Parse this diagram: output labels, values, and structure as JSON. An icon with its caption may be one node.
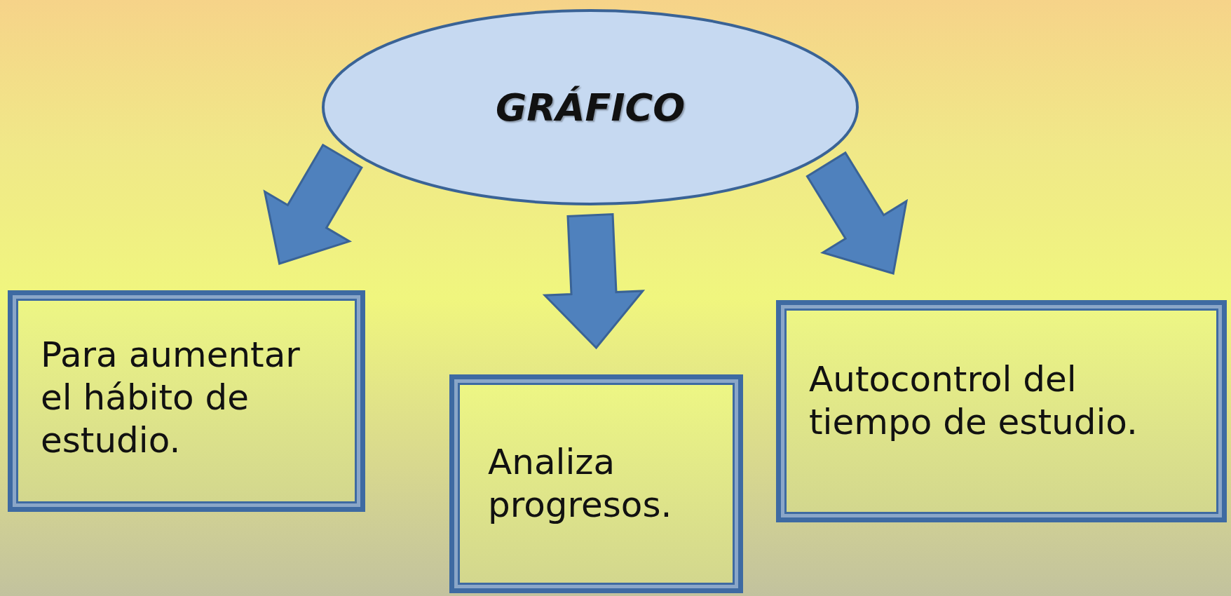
{
  "diagram": {
    "nodes": [
      {
        "text": [
          "GRÁFICO"
        ]
      },
      {
        "text": [
          "Para aumentar el hábito de estudio."
        ]
      },
      {
        "text": [
          "Analiza progresos."
        ]
      },
      {
        "text": [
          "Autocontrol del tiempo de estudio."
        ]
      }
    ],
    "edges": [
      {
        "from": 0,
        "to": 1,
        "arrow": "to"
      },
      {
        "from": 0,
        "to": 2,
        "arrow": "to"
      },
      {
        "from": 0,
        "to": 3,
        "arrow": "to"
      }
    ]
  }
}
